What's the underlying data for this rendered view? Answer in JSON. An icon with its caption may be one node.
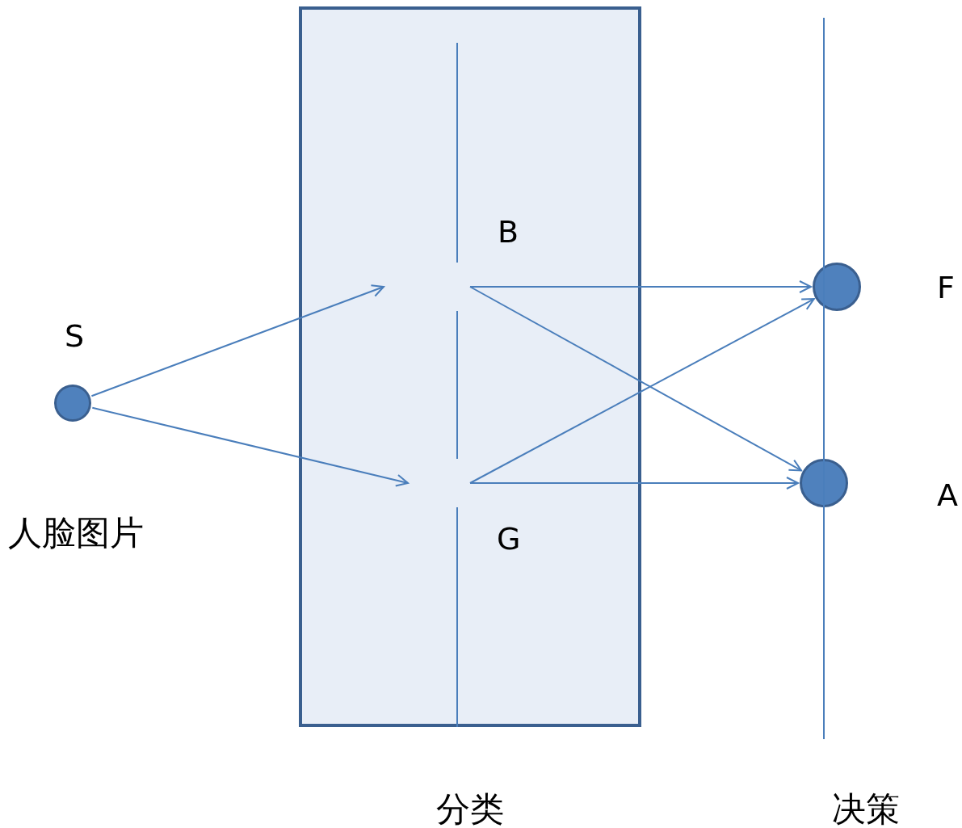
{
  "diagram": {
    "nodes": [
      {
        "text": [],
        "shape": "circle",
        "beside": [
          "S",
          "人脸图片"
        ]
      },
      {
        "text": [
          "分类"
        ]
      },
      {
        "text": [
          "B"
        ],
        "in": 1
      },
      {
        "text": [
          "G"
        ],
        "in": 1
      },
      {
        "text": [],
        "shape": "circle",
        "beside": [
          "F"
        ]
      },
      {
        "text": [],
        "shape": "circle",
        "beside": [
          "A"
        ]
      }
    ],
    "edges": [
      {
        "from": 0,
        "to": 2,
        "arrow": "to"
      },
      {
        "from": 0,
        "to": 3,
        "arrow": "to"
      },
      {
        "from": 2,
        "to": 4,
        "arrow": "to"
      },
      {
        "from": 2,
        "to": 5,
        "arrow": "to"
      },
      {
        "from": 3,
        "to": 4,
        "arrow": "to"
      },
      {
        "from": 3,
        "to": 5,
        "arrow": "to"
      }
    ],
    "labels": [
      "决策"
    ]
  }
}
